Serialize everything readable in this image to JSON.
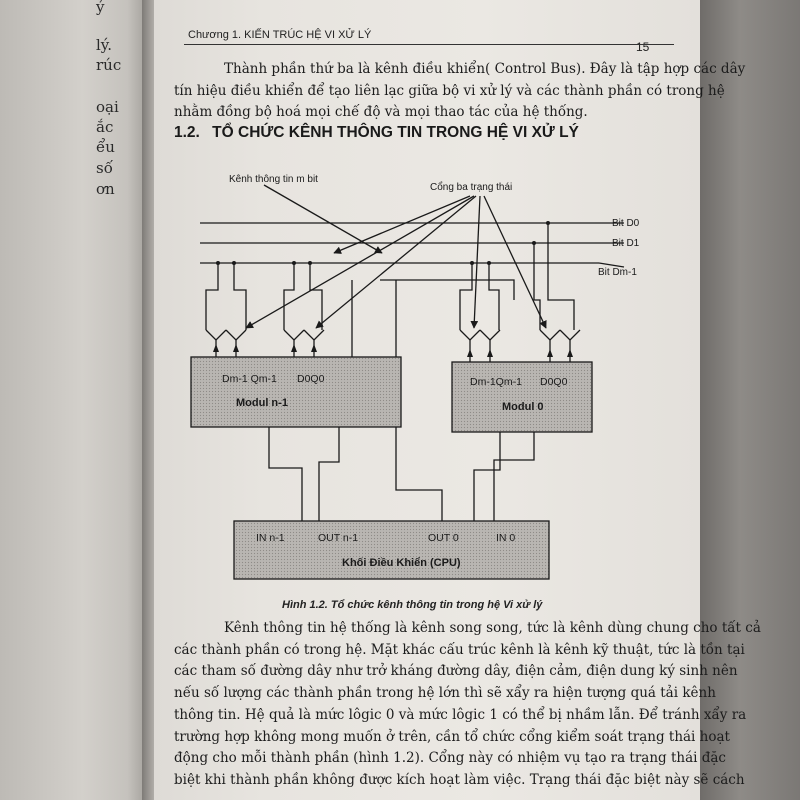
{
  "left_page": {
    "fragments": [
      "ỷ",
      "lý.",
      "rúc",
      "oại",
      "ắc",
      "ểu",
      "số",
      "ơn"
    ]
  },
  "header": {
    "chapter": "Chương 1. KIẾN TRÚC HỆ VI XỬ LÝ",
    "page_number": "15"
  },
  "intro_lines": [
    "Thành phần thứ ba là kênh điều khiển( Control Bus). Đây là tập hợp các dây",
    "tín hiệu điều khiển để tạo liên lạc giữa bộ vi xử lý và các thành phần có trong hệ",
    "nhằm đồng bộ hoá mọi chế độ và mọi thao tác của hệ thống."
  ],
  "section": {
    "number": "1.2.",
    "title": "TỔ CHỨC KÊNH THÔNG TIN TRONG HỆ VI XỬ LÝ"
  },
  "diagram": {
    "label_bus": "Kênh thông tin m bit",
    "label_gates": "Cổng ba trạng thái",
    "bit_d0": "Bit D0",
    "bit_d1": "Bit D1",
    "bit_dm1": "Bit Dm-1",
    "module_n1_pins_left": "Dm-1 Qm-1",
    "module_n1_pins_right": "D0Q0",
    "module_n1_name": "Modul n-1",
    "module_0_pins_left": "Dm-1Qm-1",
    "module_0_pins_right": "D0Q0",
    "module_0_name": "Modul 0",
    "cpu_in_n1": "IN n-1",
    "cpu_out_n1": "OUT n-1",
    "cpu_out_0": "OUT 0",
    "cpu_in_0": "IN 0",
    "cpu_name": "Khối Điều Khiển (CPU)"
  },
  "caption": "Hình 1.2. Tổ chức kênh thông tin trong hệ Vi xử lý",
  "body_lines": [
    "Kênh thông tin hệ thống là kênh song song, tức là kênh dùng chung cho tất cả",
    "các thành phần có trong hệ. Mặt khác cấu trúc kênh là kênh kỹ thuật, tức là tồn tại",
    "các tham số đường dây như trở kháng đường dây, điện cảm, điện dung ký sinh nên",
    "nếu số lượng các thành phần trong hệ lớn thì sẽ xẩy ra hiện tượng quá tải kênh",
    "thông tin. Hệ quả là mức lôgic 0 và mức lôgic 1 có thể bị nhầm lẫn. Để tránh xẩy ra",
    "trường hợp không mong muốn ở trên, cần tổ chức cổng kiểm soát trạng thái hoạt",
    "động cho mỗi thành phần (hình 1.2). Cổng này có nhiệm vụ tạo ra trạng thái đặc",
    "biệt khi thành phần không được kích hoạt làm việc. Trạng thái đặc biệt này sẽ cách"
  ]
}
